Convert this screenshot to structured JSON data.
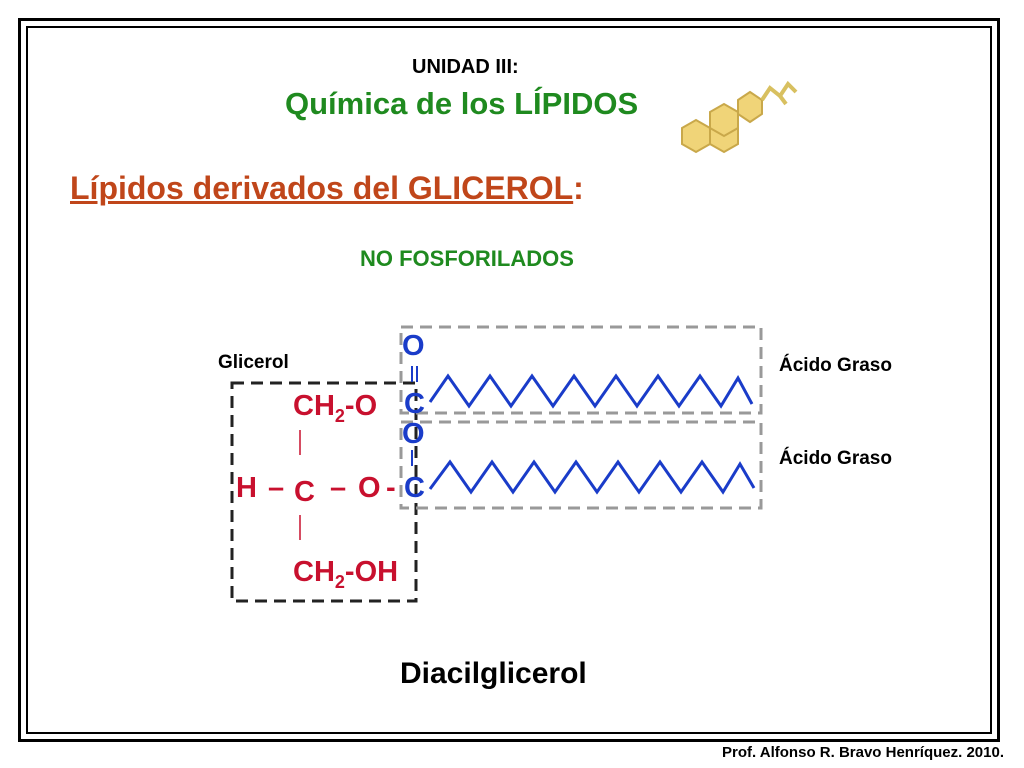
{
  "header": {
    "unit": "UNIDAD III:",
    "title": "Química de los LÍPIDOS"
  },
  "section": {
    "title": "Lípidos derivados del GLICEROL",
    "title_suffix": ":",
    "subtitle": "NO FOSFORILADOS"
  },
  "diagram": {
    "glycerol_label": "Glicerol",
    "fatty_acid_labels": [
      "Ácido Graso",
      "Ácido Graso"
    ],
    "atoms": {
      "ch2o": "CH",
      "ch2o_sub": "2",
      "ch2o_tail": "-O",
      "h": "H",
      "dash": "–",
      "c": "C",
      "o": "O",
      "ch2oh": "CH",
      "ch2oh_sub": "2",
      "ch2oh_tail": "-OH",
      "carbonyl_o": "O",
      "carbonyl_c": "C",
      "single_dash": "-"
    },
    "product": "Diacilglicerol"
  },
  "footer": {
    "credit": "Prof. Alfonso R. Bravo Henríquez. 2010."
  },
  "colors": {
    "green": "#1f8a1f",
    "orange_red": "#c0461a",
    "red": "#c8102e",
    "blue": "#1a3cc9",
    "steroid_fill": "#f0d478"
  }
}
